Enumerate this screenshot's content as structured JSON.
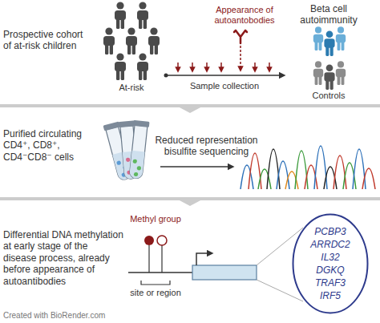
{
  "diagram": {
    "nodes": [
      {
        "text": [
          "PCBP3 ARRDC2 IL32 DGKQ TRAF3 IRF5"
        ]
      }
    ],
    "labels": [
      "Prospective cohort of at-risk children",
      "Appearance of autoantobodies",
      "Beta cell autoimmunity",
      "Sample collection",
      "At-risk",
      "Controls",
      "Purified circulating CD4⁺, CD8⁺, CD4⁻CD8⁻ cells",
      "Reduced representation bisulfite sequencing",
      "Differential DNA methylation at early stage of the disease process, already before appearance of autoantibodies",
      "Methyl group",
      "site or region",
      "Created with BioRender.com"
    ]
  }
}
